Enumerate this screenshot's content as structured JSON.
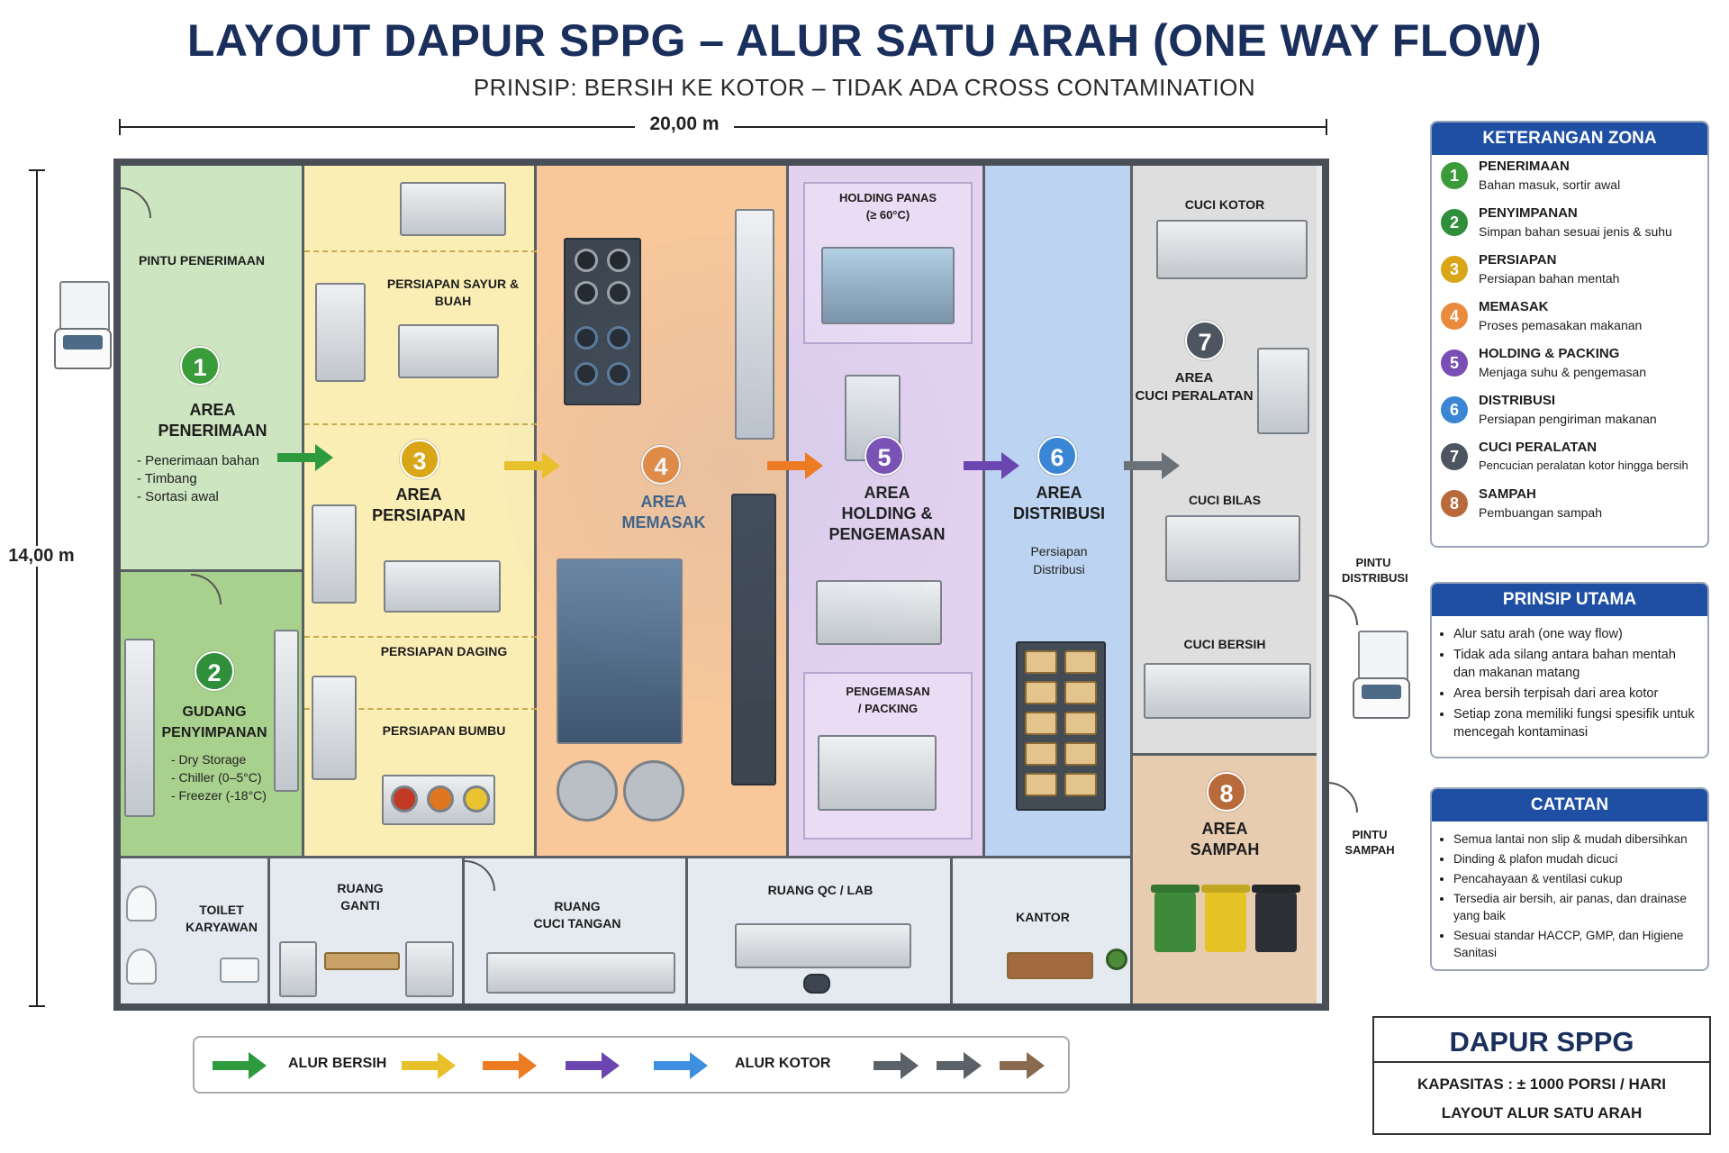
{
  "header": {
    "title": "LAYOUT DAPUR SPPG – ALUR SATU ARAH (ONE WAY FLOW)",
    "subtitle": "PRINSIP: BERSIH KE KOTOR – TIDAK ADA CROSS CONTAMINATION"
  },
  "dimensions": {
    "width": "20,00 m",
    "height": "14,00 m"
  },
  "zones": {
    "z1": {
      "num": "1",
      "name_line1": "AREA",
      "name_line2": "PENERIMAAN",
      "door": "PINTU PENERIMAAN",
      "items": [
        "- Penerimaan bahan",
        "- Timbang",
        "- Sortasi awal"
      ]
    },
    "z2": {
      "num": "2",
      "name_line1": "GUDANG",
      "name_line2": "PENYIMPANAN",
      "items": [
        "- Dry Storage",
        "- Chiller (0–5°C)",
        "- Freezer (-18°C)"
      ]
    },
    "z3": {
      "num": "3",
      "name_line1": "AREA",
      "name_line2": "PERSIAPAN",
      "sub1": "PERSIAPAN SAYUR & BUAH",
      "sub2": "PERSIAPAN DAGING",
      "sub3": "PERSIAPAN BUMBU"
    },
    "z4": {
      "num": "4",
      "name_line1": "AREA",
      "name_line2": "MEMASAK"
    },
    "z5": {
      "num": "5",
      "name_line1": "AREA",
      "name_line2": "HOLDING &",
      "name_line3": "PENGEMASAN",
      "sub1_l1": "HOLDING PANAS",
      "sub1_l2": "(≥ 60°C)",
      "sub2_l1": "PENGEMASAN",
      "sub2_l2": "/ PACKING"
    },
    "z6": {
      "num": "6",
      "name_line1": "AREA",
      "name_line2": "DISTRIBUSI",
      "desc_l1": "Persiapan",
      "desc_l2": "Distribusi"
    },
    "z7": {
      "num": "7",
      "name_line1": "AREA",
      "name_line2": "CUCI PERALATAN",
      "sub1": "CUCI KOTOR",
      "sub2": "CUCI BILAS",
      "sub3": "CUCI BERSIH"
    },
    "z8": {
      "num": "8",
      "name_line1": "AREA",
      "name_line2": "SAMPAH"
    }
  },
  "doors": {
    "distribusi_l1": "PINTU",
    "distribusi_l2": "DISTRIBUSI",
    "sampah_l1": "PINTU",
    "sampah_l2": "SAMPAH"
  },
  "bottom_rooms": {
    "toilet_l1": "TOILET",
    "toilet_l2": "KARYAWAN",
    "ganti_l1": "RUANG",
    "ganti_l2": "GANTI",
    "cuci_l1": "RUANG",
    "cuci_l2": "CUCI TANGAN",
    "qc": "RUANG QC / LAB",
    "kantor": "KANTOR"
  },
  "legend_zona": {
    "title": "KETERANGAN ZONA",
    "items": [
      {
        "num": "1",
        "title": "PENERIMAAN",
        "desc": "Bahan masuk, sortir awal",
        "color": "#3a9b3a"
      },
      {
        "num": "2",
        "title": "PENYIMPANAN",
        "desc": "Simpan bahan sesuai jenis & suhu",
        "color": "#2f8f3a"
      },
      {
        "num": "3",
        "title": "PERSIAPAN",
        "desc": "Persiapan bahan mentah",
        "color": "#d8a617"
      },
      {
        "num": "4",
        "title": "MEMASAK",
        "desc": "Proses pemasakan makanan",
        "color": "#e98a3c"
      },
      {
        "num": "5",
        "title": "HOLDING & PACKING",
        "desc": "Menjaga suhu & pengemasan",
        "color": "#7a4fb5"
      },
      {
        "num": "6",
        "title": "DISTRIBUSI",
        "desc": "Persiapan pengiriman makanan",
        "color": "#3b86d4"
      },
      {
        "num": "7",
        "title": "CUCI PERALATAN",
        "desc": "Pencucian peralatan kotor hingga bersih",
        "color": "#4d5660"
      },
      {
        "num": "8",
        "title": "SAMPAH",
        "desc": "Pembuangan sampah",
        "color": "#b86a3a"
      }
    ]
  },
  "prinsip": {
    "title": "PRINSIP UTAMA",
    "items": [
      "Alur satu arah (one way flow)",
      "Tidak ada silang antara bahan mentah dan makanan matang",
      "Area bersih terpisah dari area kotor",
      "Setiap zona memiliki fungsi spesifik untuk mencegah kontaminasi"
    ]
  },
  "catatan": {
    "title": "CATATAN",
    "items": [
      "Semua lantai non slip & mudah dibersihkan",
      "Dinding & plafon mudah dicuci",
      "Pencahayaan & ventilasi cukup",
      "Tersedia air bersih, air panas, dan drainase yang baik",
      "Sesuai standar HACCP, GMP, dan Higiene Sanitasi"
    ]
  },
  "brand": {
    "title": "DAPUR SPPG",
    "line1": "KAPASITAS : ± 1000 PORSI / HARI",
    "line2": "LAYOUT ALUR SATU ARAH"
  },
  "flow_legend": {
    "bersih": "ALUR BERSIH",
    "kotor": "ALUR KOTOR",
    "colors": [
      "#2e9a3e",
      "#e8c12a",
      "#ec7b22",
      "#6b45b0",
      "#3f8fe0",
      "#5b6168",
      "#5b6168",
      "#8a6a4f"
    ]
  }
}
